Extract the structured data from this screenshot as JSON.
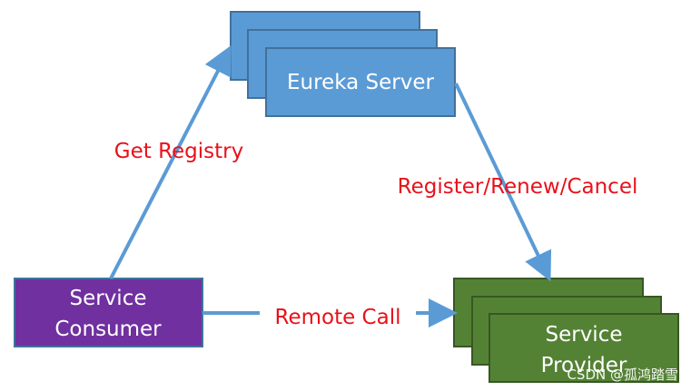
{
  "nodes": {
    "eureka_server": {
      "label": "Eureka Server",
      "fill": "#5b9bd5",
      "stroke": "#41719c"
    },
    "service_consumer": {
      "line1": "Service",
      "line2": "Consumer",
      "fill": "#7030a0",
      "stroke": "#41719c"
    },
    "service_provider": {
      "line1": "Service",
      "line2": "Provider",
      "fill": "#548235",
      "stroke": "#385723"
    }
  },
  "edges": {
    "get_registry": {
      "label": "Get Registry"
    },
    "register_renew_cancel": {
      "label": "Register/Renew/Cancel"
    },
    "remote_call": {
      "label": "Remote Call"
    }
  },
  "colors": {
    "arrow": "#5b9bd5",
    "edge_label": "#e8111b",
    "box_text": "#ffffff"
  },
  "watermark": "CSDN @孤鸿踏雪"
}
